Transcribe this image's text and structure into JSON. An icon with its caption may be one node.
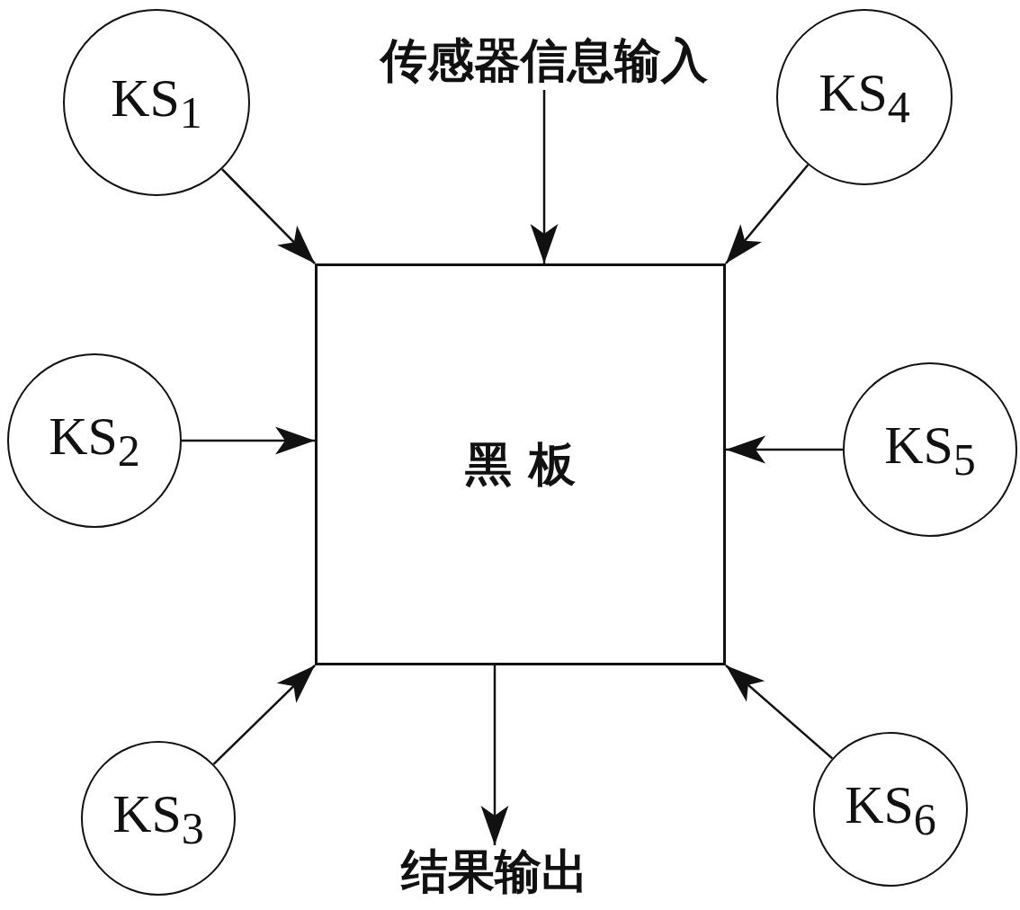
{
  "diagram": {
    "nodes": [
      {
        "text": [
          "KS$_{1}$"
        ]
      },
      {
        "text": [
          "传感器信息输入"
        ]
      },
      {
        "text": [
          "KS$_{4}$"
        ]
      },
      {
        "text": [
          "KS$_{2}$"
        ]
      },
      {
        "text": [
          "黑 板"
        ]
      },
      {
        "text": [
          "KS$_{5}$"
        ]
      },
      {
        "text": [
          "KS$_{3}$"
        ]
      },
      {
        "text": [
          "KS$_{6}$"
        ]
      },
      {
        "text": [
          "结果输出"
        ]
      }
    ],
    "edges": [
      {
        "from": 0,
        "to": 4,
        "arrow": "to"
      },
      {
        "from": 1,
        "to": 4,
        "arrow": "to"
      },
      {
        "from": 2,
        "to": 4,
        "arrow": "to"
      },
      {
        "from": 3,
        "to": 4,
        "arrow": "to"
      },
      {
        "from": 5,
        "to": 4,
        "arrow": "to"
      },
      {
        "from": 6,
        "to": 4,
        "arrow": "to"
      },
      {
        "from": 4,
        "to": 8,
        "arrow": "to"
      },
      {
        "from": 7,
        "to": 4,
        "arrow": "to"
      }
    ]
  }
}
